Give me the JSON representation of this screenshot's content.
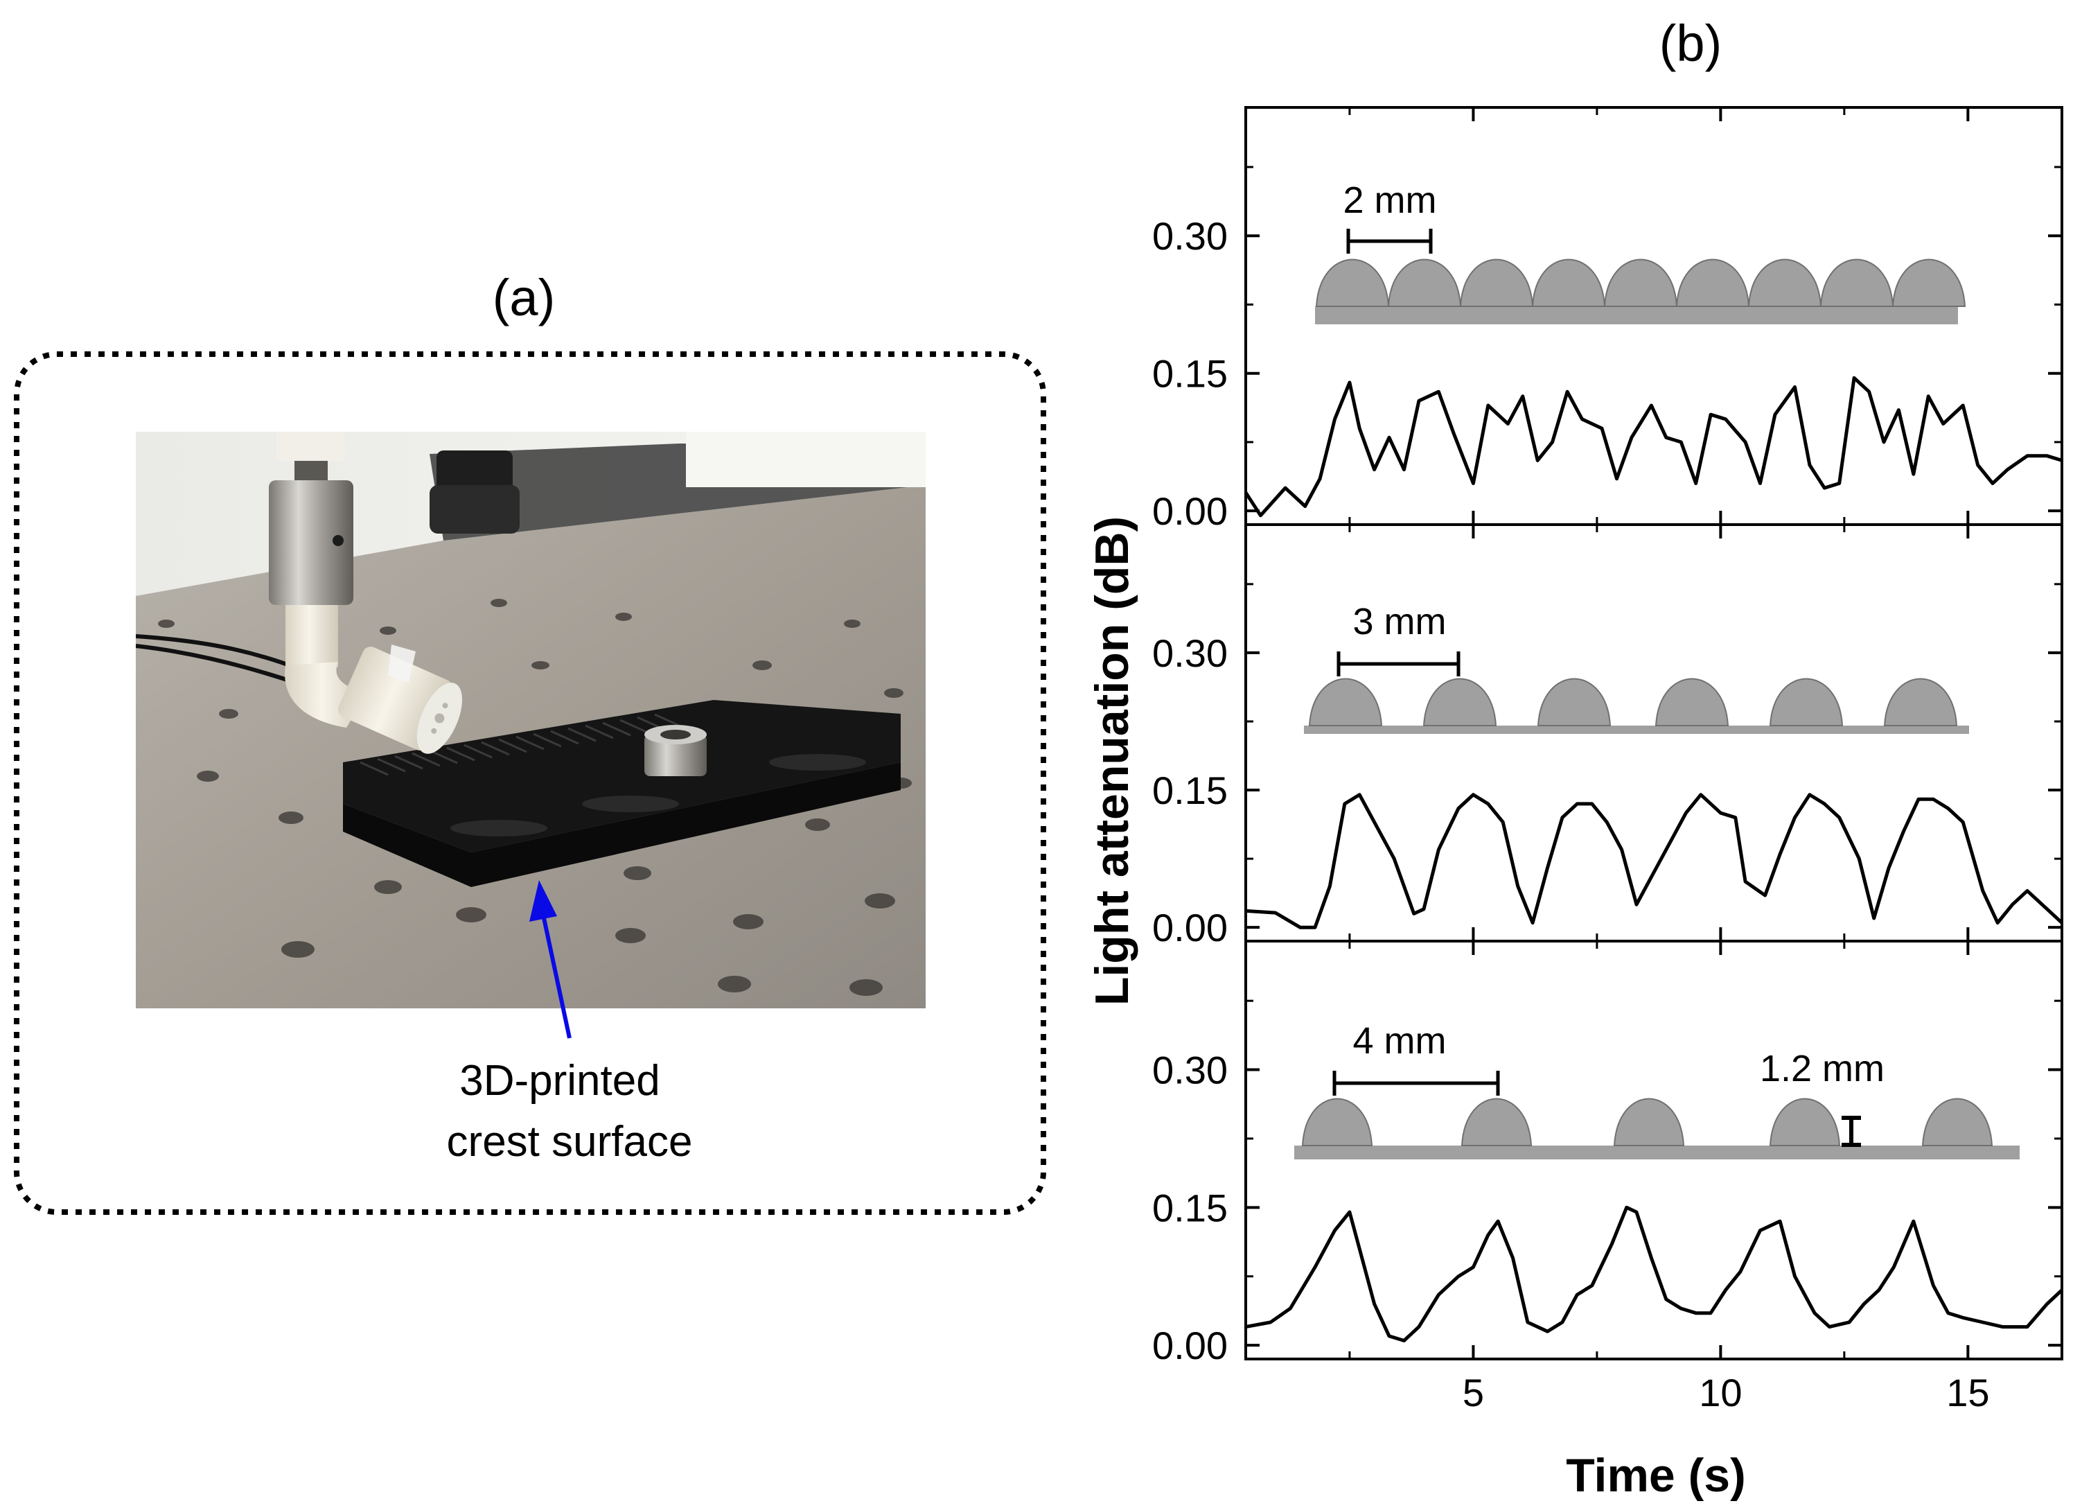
{
  "panel_a": {
    "label": "(a)",
    "caption_line1": "3D-printed",
    "caption_line2": "crest surface"
  },
  "panel_b": {
    "label": "(b)",
    "ylabel": "Light attenuation (dB)",
    "xlabel": "Time (s)"
  },
  "chart_data": [
    {
      "type": "line",
      "xlim": [
        0.4,
        16.9
      ],
      "ylim": [
        -0.015,
        0.44
      ],
      "yticks": [
        0.0,
        0.15,
        0.3
      ],
      "ytick_labels": [
        "0.00",
        "0.15",
        "0.30"
      ],
      "xticks": [
        5,
        10,
        15
      ],
      "xtick_labels": [],
      "annotation": "2 mm",
      "x": [
        0.4,
        0.7,
        1.2,
        1.6,
        1.9,
        2.2,
        2.5,
        2.7,
        3.0,
        3.3,
        3.6,
        3.9,
        4.3,
        4.6,
        5.0,
        5.3,
        5.7,
        6.0,
        6.3,
        6.6,
        6.9,
        7.2,
        7.6,
        7.9,
        8.2,
        8.6,
        8.9,
        9.2,
        9.5,
        9.8,
        10.1,
        10.5,
        10.8,
        11.1,
        11.5,
        11.8,
        12.1,
        12.4,
        12.7,
        13.0,
        13.3,
        13.6,
        13.9,
        14.2,
        14.5,
        14.9,
        15.2,
        15.5,
        15.8,
        16.2,
        16.6,
        16.9
      ],
      "y": [
        0.02,
        -0.005,
        0.025,
        0.005,
        0.035,
        0.1,
        0.14,
        0.09,
        0.045,
        0.08,
        0.045,
        0.12,
        0.13,
        0.085,
        0.03,
        0.115,
        0.095,
        0.125,
        0.055,
        0.075,
        0.13,
        0.1,
        0.09,
        0.035,
        0.08,
        0.115,
        0.08,
        0.075,
        0.03,
        0.105,
        0.1,
        0.075,
        0.03,
        0.105,
        0.135,
        0.05,
        0.025,
        0.03,
        0.145,
        0.13,
        0.075,
        0.11,
        0.04,
        0.125,
        0.095,
        0.115,
        0.05,
        0.03,
        0.045,
        0.06,
        0.06,
        0.055
      ]
    },
    {
      "type": "line",
      "xlim": [
        0.4,
        16.9
      ],
      "ylim": [
        -0.015,
        0.44
      ],
      "yticks": [
        0.0,
        0.15,
        0.3
      ],
      "ytick_labels": [
        "0.00",
        "0.15",
        "0.30"
      ],
      "xticks": [
        5,
        10,
        15
      ],
      "xtick_labels": [],
      "annotation": "3 mm",
      "x": [
        0.4,
        1.0,
        1.5,
        1.8,
        2.1,
        2.4,
        2.7,
        3.0,
        3.4,
        3.8,
        4.0,
        4.3,
        4.7,
        5.0,
        5.3,
        5.6,
        5.9,
        6.2,
        6.5,
        6.8,
        7.1,
        7.4,
        7.7,
        8.0,
        8.3,
        8.6,
        9.0,
        9.3,
        9.6,
        10.0,
        10.3,
        10.5,
        10.9,
        11.2,
        11.5,
        11.8,
        12.1,
        12.4,
        12.8,
        13.1,
        13.4,
        13.7,
        14.0,
        14.3,
        14.6,
        14.9,
        15.3,
        15.6,
        15.9,
        16.2,
        16.6,
        16.9
      ],
      "y": [
        0.018,
        0.016,
        0.0,
        0.0,
        0.045,
        0.135,
        0.145,
        0.115,
        0.075,
        0.015,
        0.02,
        0.085,
        0.13,
        0.145,
        0.135,
        0.115,
        0.045,
        0.005,
        0.065,
        0.12,
        0.135,
        0.135,
        0.115,
        0.085,
        0.025,
        0.055,
        0.095,
        0.125,
        0.145,
        0.125,
        0.12,
        0.05,
        0.035,
        0.08,
        0.12,
        0.145,
        0.135,
        0.12,
        0.075,
        0.01,
        0.065,
        0.105,
        0.14,
        0.14,
        0.13,
        0.115,
        0.04,
        0.005,
        0.025,
        0.04,
        0.02,
        0.005
      ]
    },
    {
      "type": "line",
      "xlim": [
        0.4,
        16.9
      ],
      "ylim": [
        -0.015,
        0.44
      ],
      "yticks": [
        0.0,
        0.15,
        0.3
      ],
      "ytick_labels": [
        "0.00",
        "0.15",
        "0.30"
      ],
      "xticks": [
        5,
        10,
        15
      ],
      "xtick_labels": [
        "5",
        "10",
        "15"
      ],
      "annotation": "4 mm",
      "height_annotation": "1.2 mm",
      "x": [
        0.4,
        0.9,
        1.3,
        1.8,
        2.2,
        2.5,
        2.7,
        3.0,
        3.3,
        3.6,
        3.9,
        4.3,
        4.7,
        5.0,
        5.3,
        5.5,
        5.8,
        6.1,
        6.5,
        6.8,
        7.1,
        7.4,
        7.8,
        8.1,
        8.3,
        8.6,
        8.9,
        9.2,
        9.5,
        9.8,
        10.1,
        10.4,
        10.8,
        11.2,
        11.5,
        11.9,
        12.2,
        12.6,
        12.9,
        13.2,
        13.5,
        13.9,
        14.3,
        14.6,
        14.9,
        15.3,
        15.7,
        16.2,
        16.6,
        16.9
      ],
      "y": [
        0.02,
        0.025,
        0.04,
        0.085,
        0.125,
        0.145,
        0.105,
        0.045,
        0.01,
        0.005,
        0.02,
        0.055,
        0.075,
        0.085,
        0.12,
        0.135,
        0.095,
        0.025,
        0.015,
        0.025,
        0.055,
        0.065,
        0.11,
        0.15,
        0.145,
        0.095,
        0.05,
        0.04,
        0.035,
        0.035,
        0.06,
        0.08,
        0.125,
        0.135,
        0.075,
        0.035,
        0.02,
        0.025,
        0.045,
        0.06,
        0.085,
        0.135,
        0.065,
        0.035,
        0.03,
        0.025,
        0.02,
        0.02,
        0.045,
        0.06
      ]
    }
  ]
}
